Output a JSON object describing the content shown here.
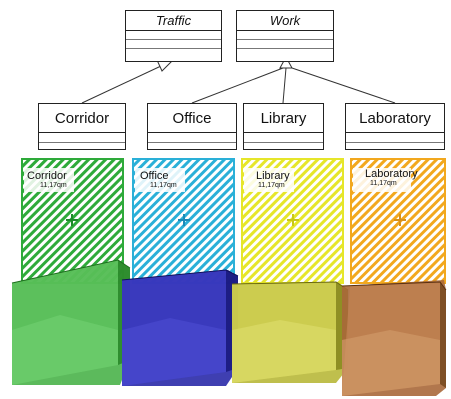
{
  "abstract_classes": [
    {
      "name": "Traffic"
    },
    {
      "name": "Work"
    }
  ],
  "classes": [
    {
      "name": "Corridor"
    },
    {
      "name": "Office"
    },
    {
      "name": "Library"
    },
    {
      "name": "Laboratory"
    }
  ],
  "rooms": [
    {
      "label": "Corridor",
      "area": "11,17qm",
      "color": "#2eaa3a",
      "volume_color": "#3fae3f"
    },
    {
      "label": "Office",
      "area": "11,17qm",
      "color": "#2ab0d8",
      "volume_color": "#2a2aa8"
    },
    {
      "label": "Library",
      "area": "11,17qm",
      "color": "#e6e62a",
      "volume_color": "#b8b83a"
    },
    {
      "label": "Laboratory",
      "area": "11,17qm",
      "color": "#f2a81e",
      "volume_color": "#a8683a"
    }
  ]
}
